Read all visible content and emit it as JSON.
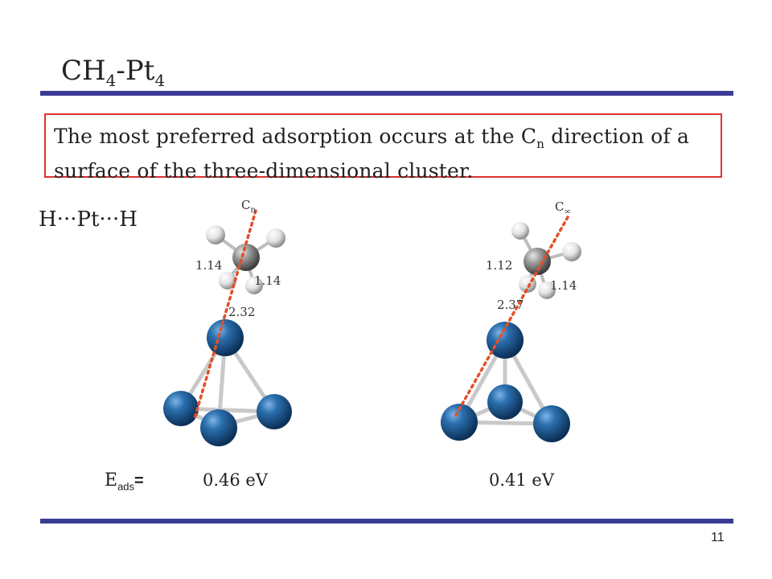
{
  "slide": {
    "title_main": "CH",
    "title_sub1": "4",
    "title_mid": "-Pt",
    "title_sub2": "4",
    "callout_part1": "The most preferred adsorption occurs at the C",
    "callout_sub": "n",
    "callout_part2": " direction of a surface of the three-dimensional cluster.",
    "hpth_label": "H···Pt···H",
    "eads_main": "E",
    "eads_sub": "ads",
    "eads_eq": "=",
    "page_number": "11"
  },
  "structures": [
    {
      "axis_label_main": "C",
      "axis_label_sub": "n",
      "bond_labels": [
        "1.14",
        "1.14",
        "2.32"
      ],
      "energy": "0.46 eV"
    },
    {
      "axis_label_main": "C",
      "axis_label_sub": "∞",
      "bond_labels": [
        "1.12",
        "1.14",
        "2.37"
      ],
      "energy": "0.41 eV"
    }
  ],
  "colors": {
    "bar": "#3a3c94",
    "callout_border": "#e03030",
    "axis_line": "#e0502a",
    "pt_atom": "#1f5f9a",
    "c_atom": "#8a8a8a",
    "h_atom": "#e8e8e8"
  }
}
